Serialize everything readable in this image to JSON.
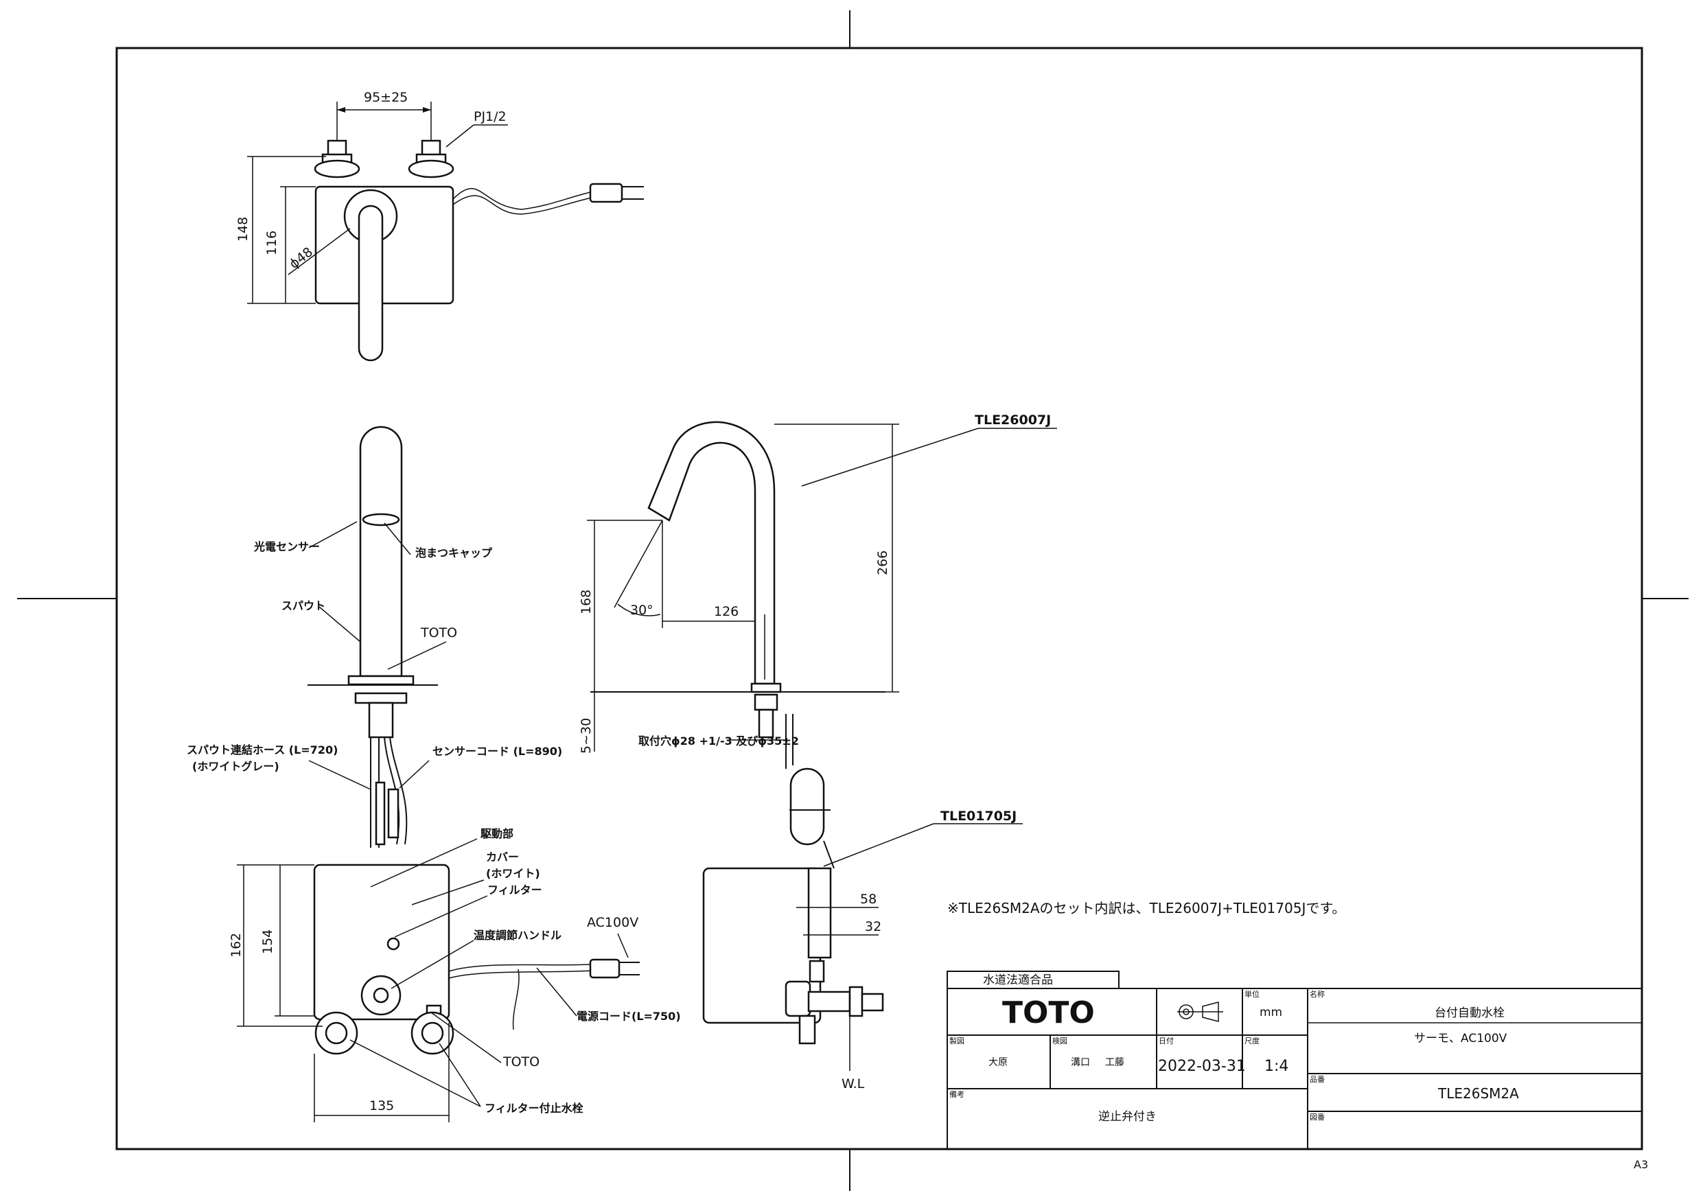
{
  "dimensions": {
    "top_width": "95±25",
    "thread": "PJ1/2",
    "top_height_total": "148",
    "top_height_body": "116",
    "spout_diameter": "ϕ48",
    "spout_height": "266",
    "sensor_height": "168",
    "sensor_angle": "30°",
    "spout_reach": "126",
    "counter_thickness": "5~30",
    "mount_hole": "取付穴ϕ28 +1/-3 及びϕ35±2",
    "unit_height_total": "162",
    "unit_height_body": "154",
    "unit_width": "135",
    "unit_depth": "58",
    "unit_offset": "32"
  },
  "part_numbers": {
    "faucet": "TLE26007J",
    "control_unit": "TLE01705J"
  },
  "labels": {
    "photo_sensor": "光電センサー",
    "aerator_cap": "泡まつキャップ",
    "spout": "スパウト",
    "toto_mark_spout": "TOTO",
    "spout_hose": "スパウト連結ホース (L=720)",
    "spout_hose_color": "(ホワイトグレー)",
    "sensor_cord": "センサーコード (L=890)",
    "drive_unit": "駆動部",
    "cover": "カバー",
    "cover_color": "(ホワイト)",
    "filter": "フィルター",
    "temp_handle": "温度調節ハンドル",
    "power_voltage": "AC100V",
    "power_cord": "電源コード(L=750)",
    "toto_mark_unit": "TOTO",
    "filter_valve": "フィルター付止水栓",
    "wl": "W.L",
    "set_note": "※TLE26SM2Aのセット内訳は、TLE26007J+TLE01705Jです。"
  },
  "title_block": {
    "certification": "水道法適合品",
    "logo": "TOTO",
    "unit_label": "単位",
    "unit_value": "mm",
    "name_label": "名称",
    "name_value": "台付自動水栓",
    "subtitle": "サーモ、AC100V",
    "drawn_label": "製図",
    "drawn_value": "大原",
    "checked_label": "検図",
    "checked_value_1": "溝口",
    "checked_value_2": "工藤",
    "date_label": "日付",
    "date_value": "2022-03-31",
    "scale_label": "尺度",
    "scale_value": "1:4",
    "model_label": "品番",
    "model_value": "TLE26SM2A",
    "remarks_label": "備考",
    "remarks_value": "逆止弁付き",
    "drawing_no_label": "図番"
  },
  "sheet_size": "A3",
  "colors": {
    "ink": "#111111",
    "paper": "#ffffff"
  }
}
